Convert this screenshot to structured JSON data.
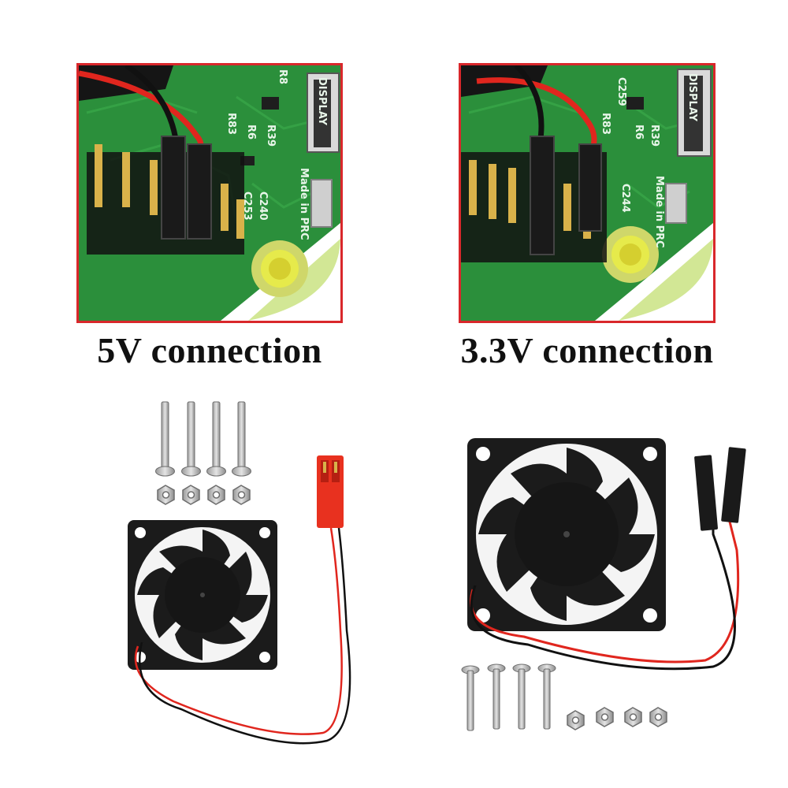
{
  "captions": {
    "left": "5V connection",
    "right": "3.3V connection"
  },
  "board_silkscreen": {
    "display": "DISPLAY",
    "made_in": "Made in PRC",
    "left_labels": [
      "R6",
      "R39",
      "C240",
      "C253",
      "R83",
      "R8"
    ],
    "right_labels": [
      "C259",
      "R6",
      "R39",
      "C244",
      "R83"
    ]
  },
  "colors": {
    "frame": "#d9272b",
    "pcb": "#2a8f3c",
    "fan": "#1b1b1b",
    "red_wire": "#e0261e",
    "jst_connector": "#e8311f"
  }
}
